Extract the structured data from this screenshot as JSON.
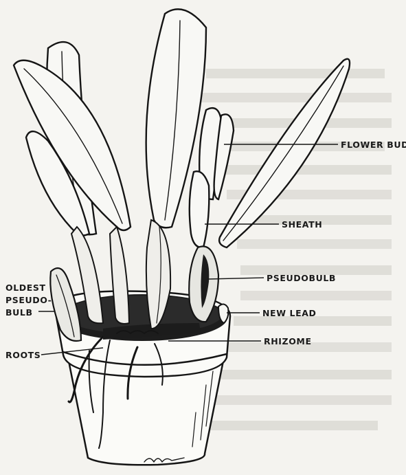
{
  "figure": {
    "background_color": "#f4f3ef",
    "ink_color": "#151515",
    "signature_note": "artist signature at lower right of pot base",
    "labels": [
      {
        "key": "flower_bud",
        "text": "FLOWER BUD"
      },
      {
        "key": "sheath",
        "text": "SHEATH"
      },
      {
        "key": "pseudobulb",
        "text": "PSEUDOBULB"
      },
      {
        "key": "new_lead",
        "text": "NEW LEAD"
      },
      {
        "key": "rhizome",
        "text": "RHIZOME"
      },
      {
        "key": "roots",
        "text": "ROOTS"
      },
      {
        "key": "oldest_pseudobulb",
        "lines": [
          "OLDEST",
          "PSEUDO-",
          "BULB"
        ]
      }
    ]
  }
}
